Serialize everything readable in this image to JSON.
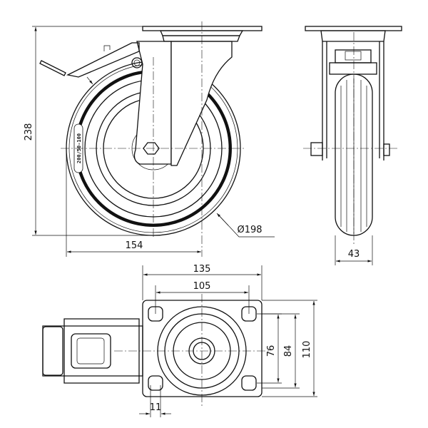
{
  "title": "Swivel caster with brake technical drawing",
  "wheel_marking": "200/50-100",
  "dimensions": {
    "overall_height": "238",
    "offset_width": "154",
    "wheel_diameter": "Ø198",
    "wheel_width": "43",
    "plate_length": "135",
    "hole_spacing_length": "105",
    "hole_spacing_width": "76",
    "plate_inner_width": "84",
    "plate_width": "110",
    "hole_diameter": "11"
  },
  "colors": {
    "line": "#111111",
    "background": "#ffffff"
  }
}
